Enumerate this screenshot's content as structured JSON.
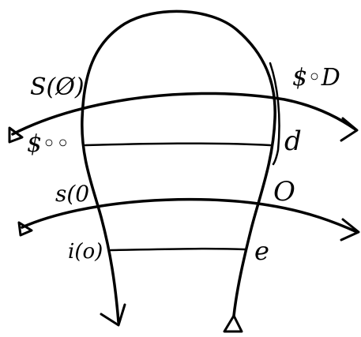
{
  "colors": {
    "ink": "#000000",
    "background": "#ffffff"
  },
  "labels": {
    "upper_left": "S(Ø)",
    "upper_right": "$◦D",
    "mid_left": "$◦◦",
    "mid_right": "d",
    "lower_left": "s(0",
    "lower_right": "O",
    "bottom_left": "i(o)",
    "bottom_right": "e"
  }
}
